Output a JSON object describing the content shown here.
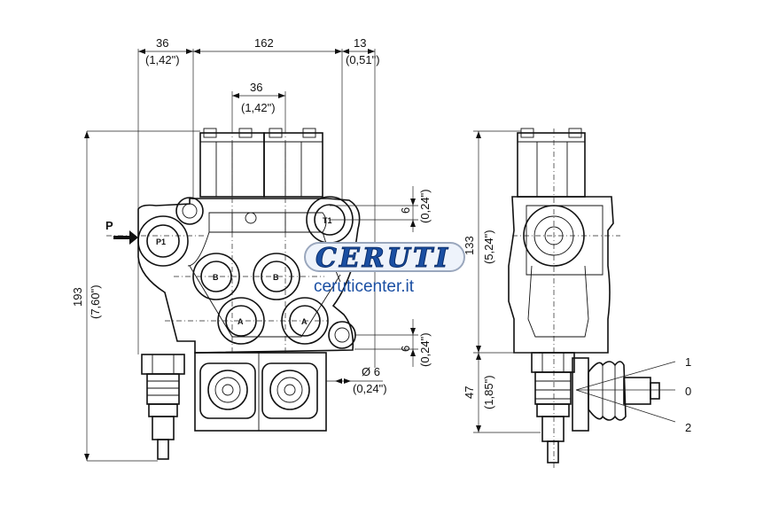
{
  "dimensions": {
    "top_left": {
      "value": "36",
      "inch": "(1,42\")"
    },
    "top_mid": {
      "value": "162"
    },
    "top_right": {
      "value": "13",
      "inch": "(0,51\")"
    },
    "inner": {
      "value": "36",
      "inch": "(1,42\")"
    },
    "height_total": {
      "value": "193",
      "inch": "(7,60\")"
    },
    "side_upper": {
      "value": "6",
      "inch": "(0,24\")"
    },
    "side_lower": {
      "value": "6",
      "inch": "(0,24\")"
    },
    "hole": {
      "value": "Ø 6",
      "inch": "(0,24\")"
    },
    "side_height": {
      "value": "133",
      "inch": "(5,24\")"
    },
    "side_lever": {
      "value": "47",
      "inch": "(1,85\")"
    }
  },
  "ports": {
    "p_arrow": "P",
    "p1": "P1",
    "t1": "T1",
    "b1": "B",
    "b2": "B",
    "a1": "A",
    "a2": "A"
  },
  "lever_positions": [
    "1",
    "0",
    "2"
  ],
  "watermark": {
    "brand": "CERUTI",
    "url": "ceruticenter.it"
  }
}
